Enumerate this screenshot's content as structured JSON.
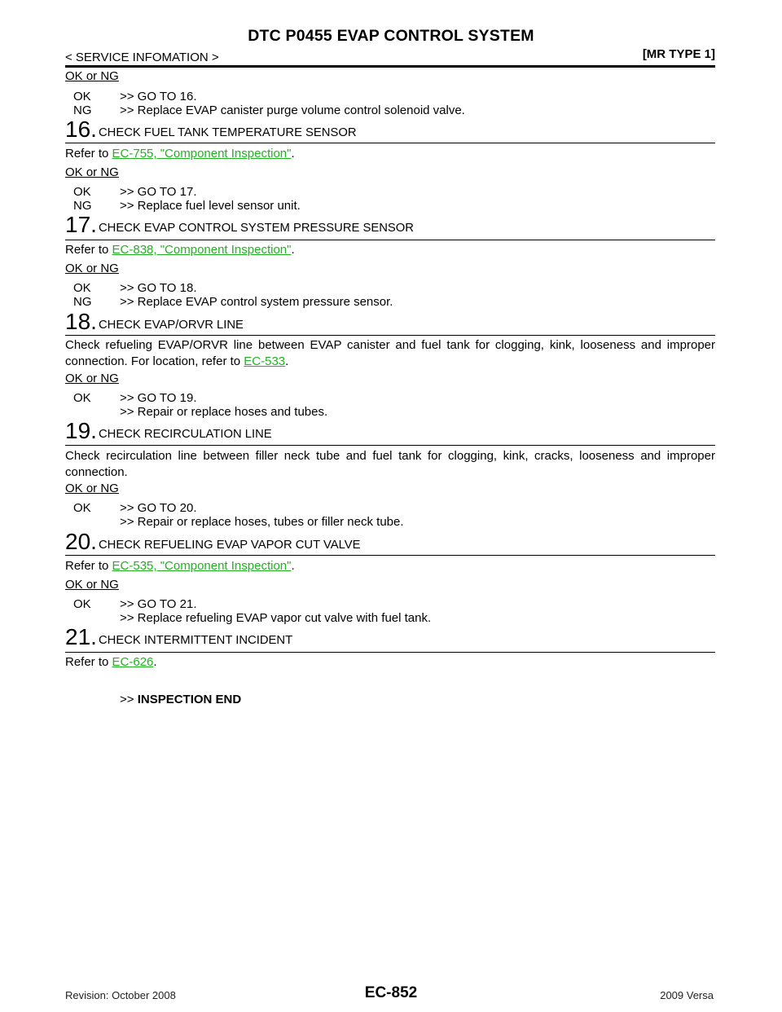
{
  "header": {
    "title": "DTC P0455 EVAP CONTROL SYSTEM",
    "section": "< SERVICE INFOMATION >",
    "model_tag": "[MR TYPE 1]"
  },
  "okng_label": "OK or NG",
  "top_results": [
    {
      "key": "OK",
      "text": ">> GO TO 16."
    },
    {
      "key": "NG",
      "text": ">> Replace EVAP canister purge volume control solenoid valve."
    }
  ],
  "steps": [
    {
      "num": "16.",
      "label": "CHECK FUEL TANK TEMPERATURE SENSOR",
      "text_pre": "Refer to ",
      "link": "EC-755, \"Component Inspection\"",
      "text_post": ".",
      "results": [
        {
          "key": "OK",
          "text": ">> GO TO 17."
        },
        {
          "key": "NG",
          "text": ">> Replace fuel level sensor unit."
        }
      ]
    },
    {
      "num": "17.",
      "label": "CHECK EVAP CONTROL SYSTEM PRESSURE SENSOR",
      "text_pre": "Refer to ",
      "link": "EC-838, \"Component Inspection\"",
      "text_post": ".",
      "results": [
        {
          "key": "OK",
          "text": ">> GO TO 18."
        },
        {
          "key": "NG",
          "text": ">> Replace EVAP control system pressure sensor."
        }
      ]
    },
    {
      "num": "18.",
      "label": "CHECK EVAP/ORVR LINE",
      "text_pre": "Check refueling EVAP/ORVR line between EVAP canister and fuel tank for clogging, kink, looseness and improper connection. For location, refer to ",
      "link": "EC-533",
      "text_post": ".",
      "results": [
        {
          "key": "OK",
          "text": ">> GO TO 19."
        },
        {
          "key": "",
          "text": ">> Repair or replace hoses and tubes."
        }
      ]
    },
    {
      "num": "19.",
      "label": "CHECK RECIRCULATION LINE",
      "text_pre": "Check recirculation line between filler neck tube and fuel tank for clogging, kink, cracks, looseness and improper connection.",
      "link": "",
      "text_post": "",
      "results": [
        {
          "key": "OK",
          "text": ">> GO TO 20."
        },
        {
          "key": "",
          "text": ">> Repair or replace hoses, tubes or filler neck tube."
        }
      ]
    },
    {
      "num": "20.",
      "label": "CHECK REFUELING EVAP VAPOR CUT VALVE",
      "text_pre": "Refer to ",
      "link": "EC-535, \"Component Inspection\"",
      "text_post": ".",
      "results": [
        {
          "key": "OK",
          "text": ">> GO TO 21."
        },
        {
          "key": "",
          "text": ">> Replace refueling EVAP vapor cut valve with fuel tank."
        }
      ]
    },
    {
      "num": "21.",
      "label": "CHECK INTERMITTENT INCIDENT",
      "text_pre": "Refer to ",
      "link": "EC-626",
      "text_post": ".",
      "results": []
    }
  ],
  "end": {
    "prefix": ">> ",
    "text": "INSPECTION END"
  },
  "footer": {
    "revision": "Revision: October 2008",
    "page": "EC-852",
    "model": "2009 Versa"
  },
  "colors": {
    "link": "#22b122",
    "text": "#000000"
  }
}
